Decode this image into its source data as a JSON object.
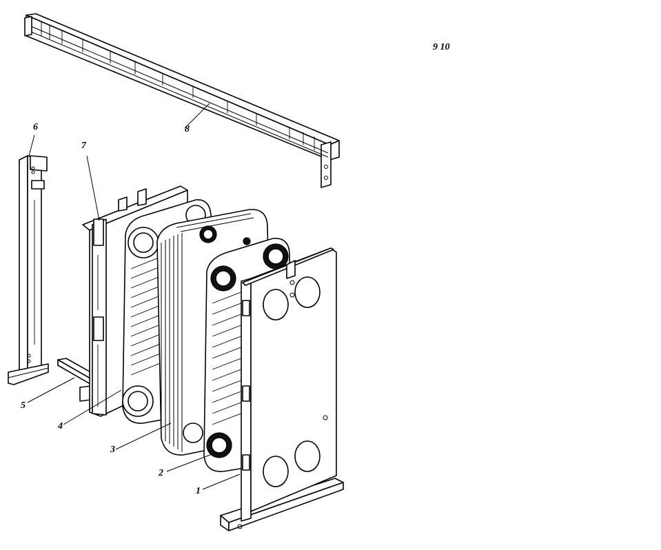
{
  "figure": {
    "corner_text": "9 10",
    "callouts": [
      {
        "id": "1",
        "text": "1"
      },
      {
        "id": "2",
        "text": "2"
      },
      {
        "id": "3",
        "text": "3"
      },
      {
        "id": "4",
        "text": "4"
      },
      {
        "id": "5",
        "text": "5"
      },
      {
        "id": "6",
        "text": "6"
      },
      {
        "id": "7",
        "text": "7"
      },
      {
        "id": "8",
        "text": "8"
      }
    ]
  }
}
